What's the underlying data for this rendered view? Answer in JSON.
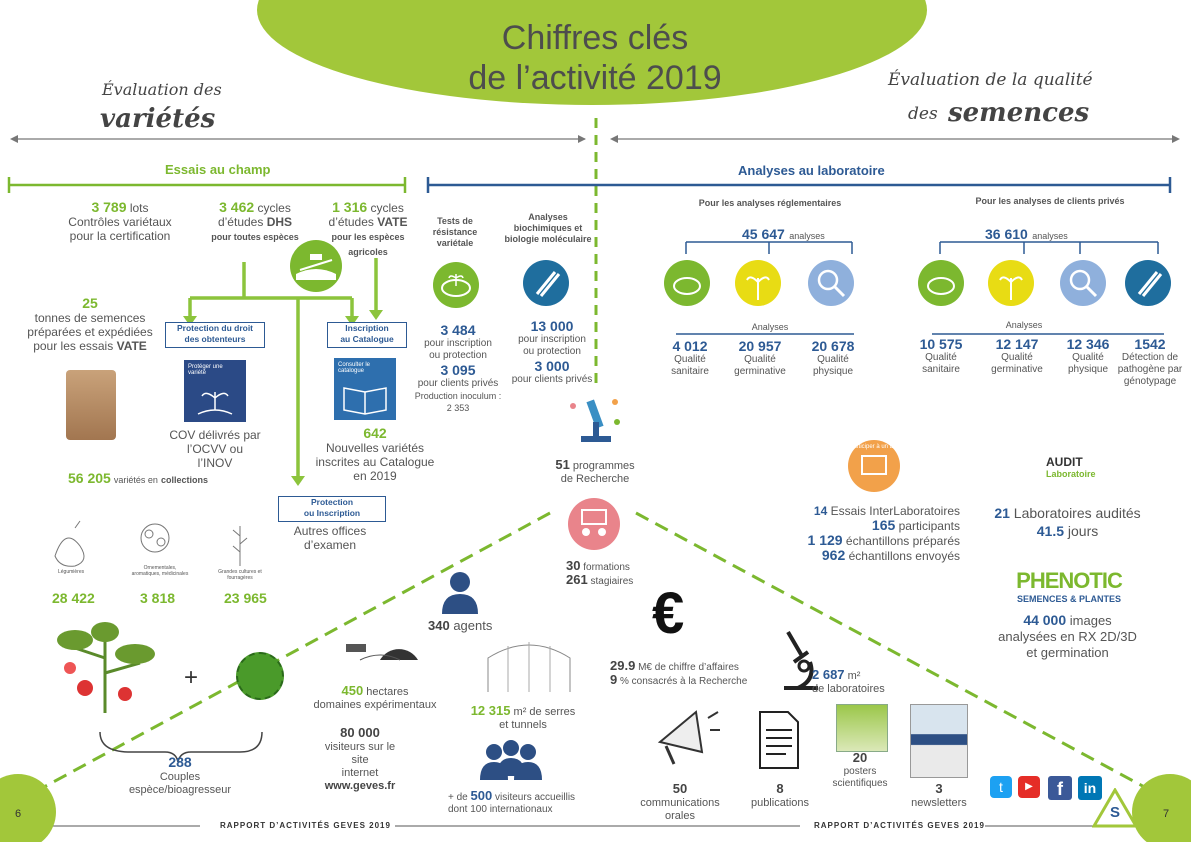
{
  "header": {
    "title_line1": "Chiffres clés",
    "title_line2": "de l’activité 2019",
    "left_small": "Évaluation des",
    "left_big": "variétés",
    "right_small": "Évaluation de la qualité",
    "right_mid": "des",
    "right_big": "semences"
  },
  "sections": {
    "field": "Essais au champ",
    "lab": "Analyses au laboratoire"
  },
  "field": {
    "lots_num": "3 789",
    "lots_unit": "lots",
    "lots_text": "Contrôles variétaux\npour la certification",
    "dhs_num": "3 462",
    "dhs_unit": "cycles",
    "dhs_text": "d’études",
    "dhs_bold": "DHS",
    "dhs_sub": "pour toutes espèces",
    "vate_num": "1 316",
    "vate_unit": "cycles",
    "vate_text": "d’études",
    "vate_bold": "VATE",
    "vate_sub": "pour les espèces\nagricoles",
    "seeds_num": "25",
    "seeds_text": "tonnes de semences\npréparées et expédiées\npour les essais",
    "seeds_bold": "VATE",
    "box_protection": "Protection du droit\ndes obtenteurs",
    "box_inscription": "Inscription\nau Catalogue",
    "box_protection2": "Protection\nou Inscription",
    "img_protect": "Protéger une variété",
    "img_catalog": "Consulter le catalogue",
    "cov_text": "COV délivrés par\nl’OCVV ou\nl’INOV",
    "new_num": "642",
    "new_text": "Nouvelles variétés\ninscrites au Catalogue\nen 2019",
    "offices_text": "Autres offices\nd’examen",
    "coll_num": "56 205",
    "coll_text": "variétés en",
    "coll_bold": "collections",
    "leg_label": "Légumières",
    "orn_label": "Ornementales, aromatiques, médicinales",
    "gc_label": "Grandes cultures et fourragères",
    "leg_num": "28 422",
    "orn_num": "3 818",
    "gc_num": "23 965"
  },
  "resistance": {
    "title": "Tests de\nrésistance\nvariétale",
    "num1": "3 484",
    "text1": "pour inscription\nou protection",
    "num2": "3 095",
    "text2": "pour clients privés",
    "text3": "Production inoculum :\n2 353"
  },
  "biochem": {
    "title": "Analyses\nbiochimiques et\nbiologie moléculaire",
    "num1": "13 000",
    "text1": "pour inscription\nou protection",
    "num2": "3 000",
    "text2": "pour clients privés"
  },
  "regl": {
    "title": "Pour les analyses réglementaires",
    "total": "45 647",
    "unit": "analyses",
    "sub": "Analyses",
    "items": [
      {
        "num": "4 012",
        "label": "Qualité\nsanitaire"
      },
      {
        "num": "20 957",
        "label": "Qualité\ngerminative"
      },
      {
        "num": "20 678",
        "label": "Qualité\nphysique"
      }
    ]
  },
  "priv": {
    "title": "Pour les analyses de clients privés",
    "total": "36 610",
    "unit": "analyses",
    "sub": "Analyses",
    "items": [
      {
        "num": "10 575",
        "label": "Qualité\nsanitaire"
      },
      {
        "num": "12 147",
        "label": "Qualité\ngerminative"
      },
      {
        "num": "12 346",
        "label": "Qualité\nphysique"
      },
      {
        "num": "1542",
        "label": "Détection de\npathogène par\ngénotypage"
      }
    ]
  },
  "research": {
    "num": "51",
    "text": "programmes\nde Recherche"
  },
  "training": {
    "num1": "30",
    "text1": "formations",
    "num2": "261",
    "text2": "stagiaires"
  },
  "interlab": {
    "l1n": "14",
    "l1": "Essais InterLaboratoires",
    "l2n": "165",
    "l2": "participants",
    "l3n": "1 129",
    "l3": "échantillons préparés",
    "l4n": "962",
    "l4": "échantillons envoyés",
    "badge": "Participer à un EIL"
  },
  "audit": {
    "logo1": "AUDIT",
    "logo2": "Laboratoire",
    "num": "21",
    "text": "Laboratoires audités",
    "days": "41.5",
    "days_unit": "jours"
  },
  "phenotic": {
    "logo1": "PHENOTIC",
    "logo2": "SEMENCES & PLANTES",
    "num": "44 000",
    "text": "images\nanalysées en RX 2D/3D\net germination"
  },
  "bottom": {
    "couples_num": "288",
    "couples_text": "Couples\nespèce/bioagresseur",
    "plus": "+",
    "agents_num": "340",
    "agents_text": "agents",
    "ha_num": "450",
    "ha_unit": "hectares",
    "ha_text": "domaines expérimentaux",
    "visitors_num": "80 000",
    "visitors_text": "visiteurs sur le\nsite\ninternet",
    "website": "www.geves.fr",
    "serres_num": "12 315",
    "serres_text": "m² de serres\net tunnels",
    "accueil_prefix": "+  de",
    "accueil_num": "500",
    "accueil_text": "visiteurs accueillis\ndont 100 internationaux",
    "ca_num": "29.9",
    "ca_text": "M€ de chiffre d’affaires",
    "rech_num": "9",
    "rech_text": "% consacrés à la Recherche",
    "labs_num": "2 687",
    "labs_unit": "m²",
    "labs_text": "de laboratoires",
    "comm_num": "50",
    "comm_text": "communications\norales",
    "pub_num": "8",
    "pub_text": "publications",
    "posters_num": "20",
    "posters_text": "posters\nscientifiques",
    "news_num": "3",
    "news_text": "newsletters"
  },
  "footer": {
    "page_left": "6",
    "page_right": "7",
    "report": "RAPPORT D’ACTIVITÉS GEVES 2019",
    "logo": "S"
  },
  "social": [
    "twitter-icon",
    "youtube-icon",
    "facebook-icon",
    "linkedin-icon"
  ],
  "colors": {
    "green": "#7cb82f",
    "lightgreen": "#a2c73a",
    "blue": "#2d5a94",
    "yellow": "#e8dc14",
    "lightblue": "#8fb0dc",
    "darkblue": "#1f6e9e",
    "pink": "#e9848b",
    "orange": "#f2a14a"
  }
}
